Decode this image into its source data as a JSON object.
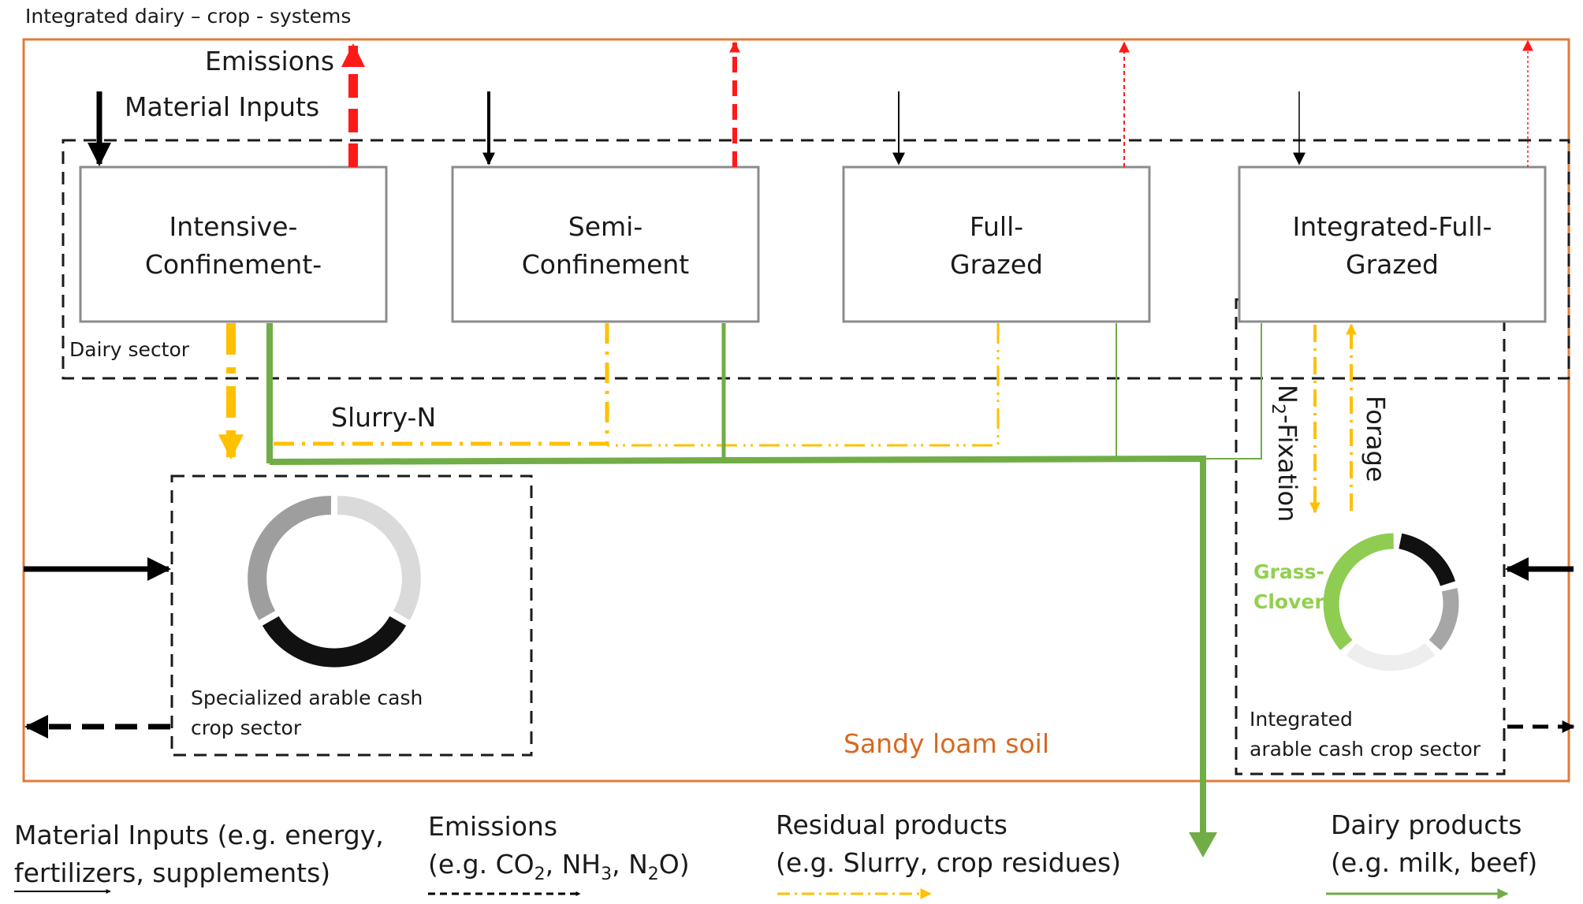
{
  "title": "Integrated dairy – crop - systems",
  "labels": {
    "emissions": "Emissions",
    "material_inputs": "Material Inputs",
    "slurry_n": "Slurry-N",
    "n2_fixation_prefix": "N",
    "n2_fixation_sub": "2",
    "n2_fixation_suffix": "-Fixation",
    "forage": "Forage",
    "grass": "Grass-",
    "clover": "Clover",
    "soil": "Sandy loam soil",
    "dairy_sector": "Dairy sector"
  },
  "systems": [
    {
      "line1": "Intensive-",
      "line2": "Confinement-"
    },
    {
      "line1": "Semi-",
      "line2": "Confinement"
    },
    {
      "line1": "Full-",
      "line2": "Grazed"
    },
    {
      "line1": "Integrated-Full-",
      "line2": "Grazed"
    }
  ],
  "sectors": {
    "specialized_line1": "Specialized arable cash",
    "specialized_line2": "crop sector",
    "integrated_line1": "Integrated",
    "integrated_line2": "arable cash crop sector"
  },
  "legend": {
    "material_line1": "Material Inputs (e.g. energy,",
    "material_line2": "fertilizers, supplements)",
    "emissions_line1": "Emissions",
    "emissions_line2_a": "(e.g. CO",
    "emissions_sub1": "2",
    "emissions_line2_b": ", NH",
    "emissions_sub2": "3",
    "emissions_line2_c": ", N",
    "emissions_sub3": "2",
    "emissions_line2_d": "O)",
    "residual_line1": "Residual products",
    "residual_line2": "(e.g. Slurry, crop residues)",
    "dairy_line1": "Dairy products",
    "dairy_line2": "(e.g. milk, beef)"
  },
  "colors": {
    "frame": "#e07b39",
    "soil_text": "#d9681f",
    "emission": "#ff1a1a",
    "slurry": "#ffc000",
    "dairy": "#70ad47",
    "grass_clover_text": "#92d050",
    "box_border": "#8c8c8c"
  }
}
